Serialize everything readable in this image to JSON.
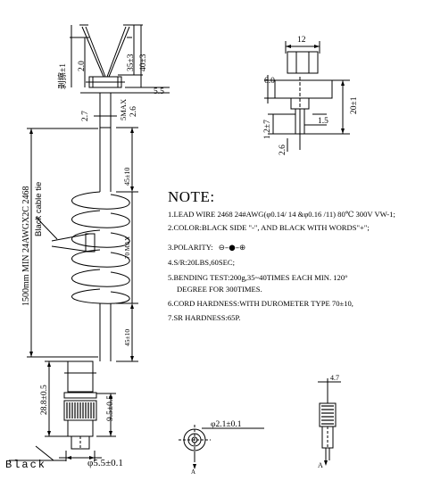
{
  "notes": {
    "title": "NOTE:",
    "lines": [
      "1.LEAD WIRE 2468 24#AWG(φ0.14/ 14 &φ0.16 /11) 80℃ 300V  VW-1;",
      "2.COLOR:BLACK SIDE \"-\", AND BLACK WITH WORDS\"+\";",
      "3.POLARITY:",
      "4.S/R:20LBS,60SEC;",
      "5.BENDING TEST:200g,35~40TIMES EACH MIN. 120°",
      "DEGREE FOR 300TIMES.",
      "6.CORD HARDNESS:WITH DUROMETER TYPE 70±10,",
      "7.SR HARDNESS:65P."
    ],
    "polarity_symbol": "⊖–●–⊕"
  },
  "dims": {
    "strip": "剥擦±1",
    "d_2_0": "2.0",
    "d_35": "35±3",
    "d_40": "40±3",
    "d_5_5top": "5.5",
    "d_2_7": "2.7",
    "d_5max": "5MAX",
    "d_2_6a": "2.6",
    "d_45a": "45±10",
    "d_70max": "70 MAX",
    "d_45b": "45±10",
    "cable_len": "1500mm MIN 24AWGX2C 2468",
    "cable_tie": "Black cable tie",
    "d_28_8": "28.8±0.5",
    "d_9_5": "9.5±0.5",
    "d_5_5bot": "φ5.5±0.1",
    "black_label": "Black",
    "d_12": "12",
    "d_6_0": "6.0",
    "d_20": "20±1",
    "d_1_2": "1.2±7",
    "d_1_5": "1.5",
    "d_2_6b": "2.6",
    "d_2_1": "φ2.1±0.1",
    "d_4_7": "4.7",
    "view_a1": "A",
    "view_a2": "A"
  }
}
